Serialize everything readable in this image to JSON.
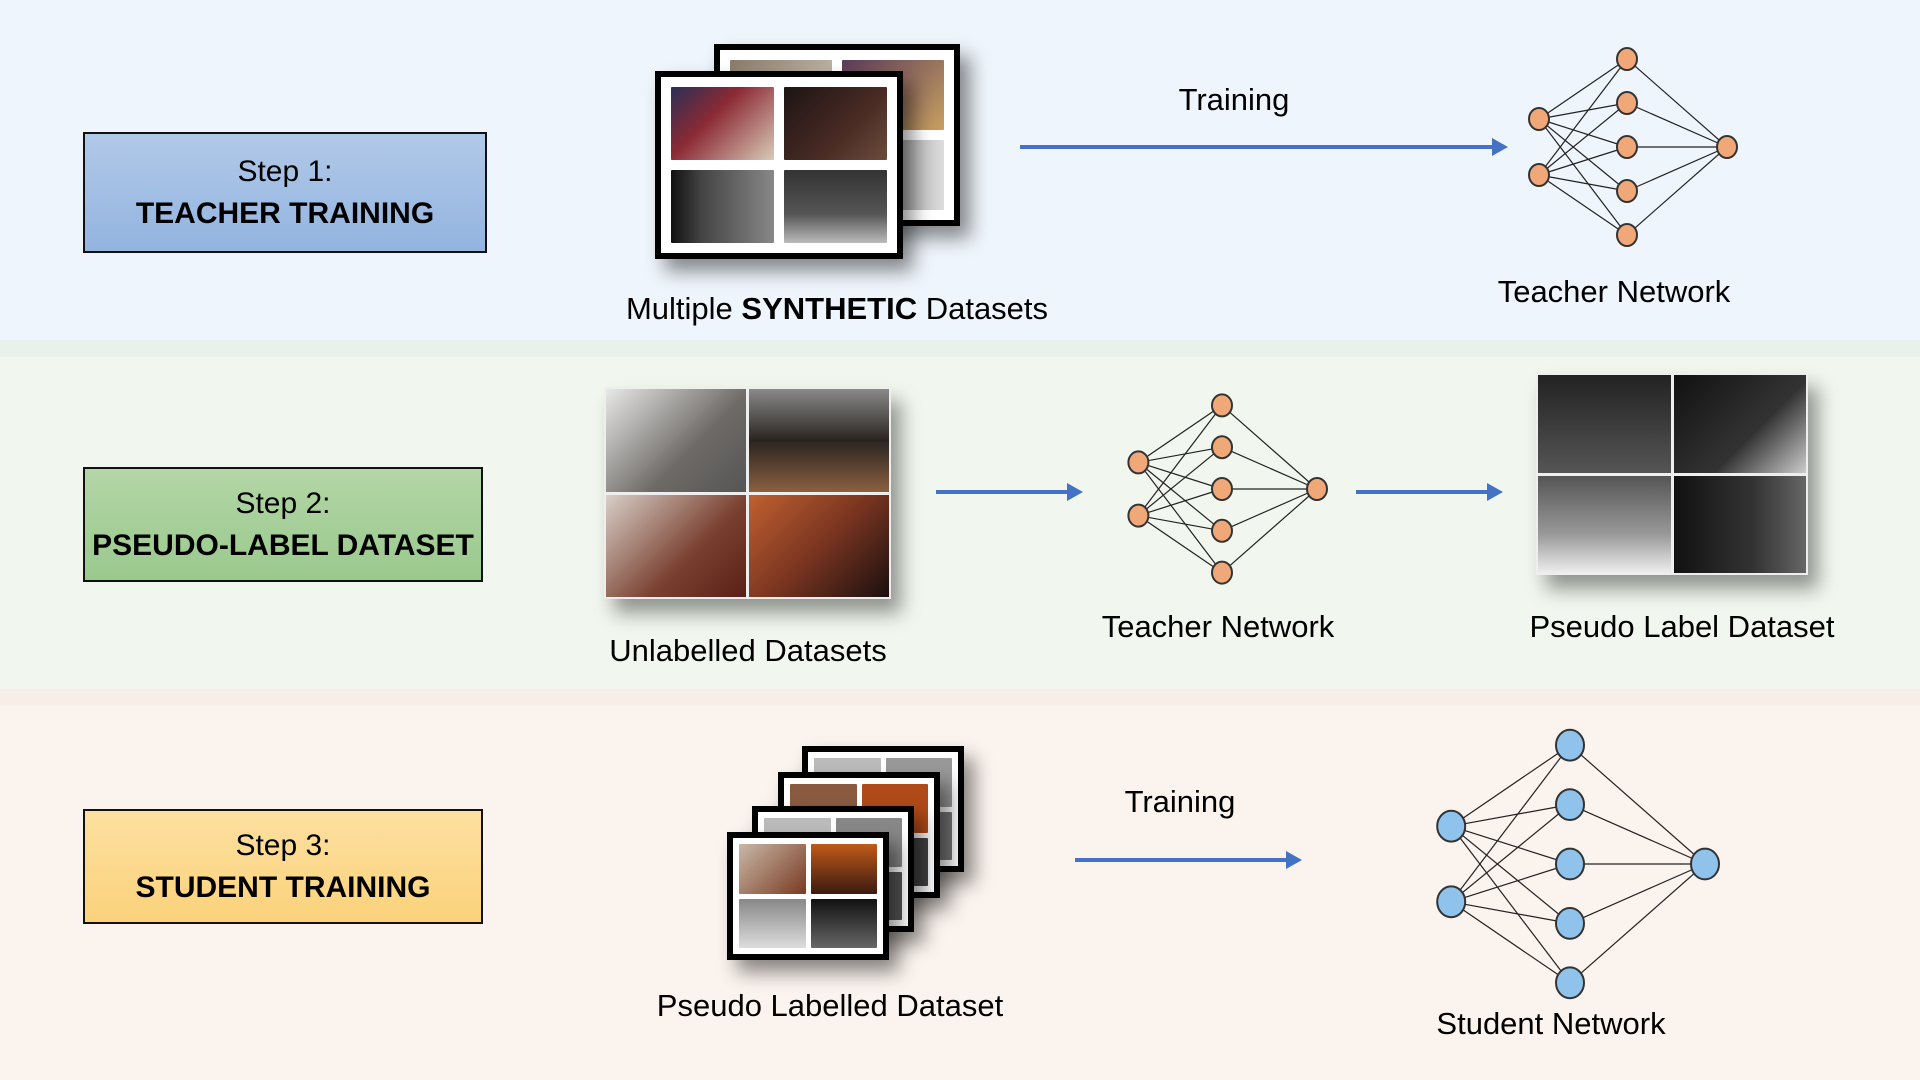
{
  "steps": [
    {
      "line1": "Step 1:",
      "line2": "TEACHER TRAINING",
      "color": "#9fbde4"
    },
    {
      "line1": "Step 2:",
      "line2": "PSEUDO-LABEL DATASET",
      "color": "#a6cf98"
    },
    {
      "line1": "Step 3:",
      "line2": "STUDENT TRAINING",
      "color": "#fcd98c"
    }
  ],
  "row1": {
    "dataset_prefix": "Multiple ",
    "dataset_bold": "SYNTHETIC",
    "dataset_suffix": " Datasets",
    "arrow_label": "Training",
    "network_label": "Teacher Network"
  },
  "row2": {
    "dataset_label": "Unlabelled Datasets",
    "network_label": "Teacher Network",
    "output_label": "Pseudo Label Dataset"
  },
  "row3": {
    "dataset_label": "Pseudo Labelled Dataset",
    "arrow_label": "Training",
    "network_label": "Student Network"
  },
  "colors": {
    "arrow": "#4472c4",
    "teacher_node": "#f0a878",
    "student_node": "#8fc3ec"
  }
}
